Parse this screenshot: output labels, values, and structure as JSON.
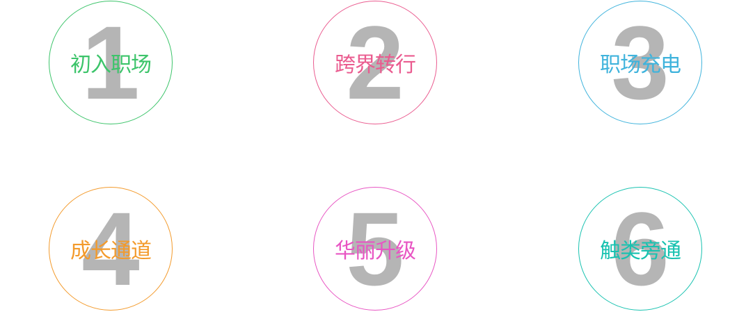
{
  "cards": [
    {
      "number": "1",
      "label": "初入职场",
      "color": "#3cc46a"
    },
    {
      "number": "2",
      "label": "跨界转行",
      "color": "#ea5b8f"
    },
    {
      "number": "3",
      "label": "职场充电",
      "color": "#3fb3dc"
    },
    {
      "number": "4",
      "label": "成长通道",
      "color": "#f39a2b"
    },
    {
      "number": "5",
      "label": "华丽升级",
      "color": "#e855c3"
    },
    {
      "number": "6",
      "label": "触类旁通",
      "color": "#18c2b0"
    }
  ]
}
